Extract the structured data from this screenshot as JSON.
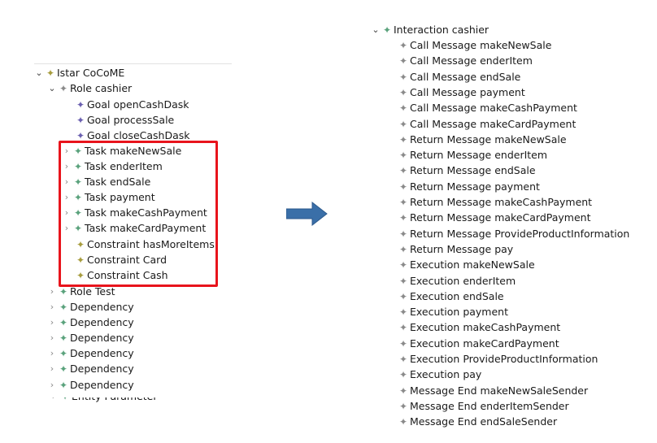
{
  "colors": {
    "highlight": "#e8141c",
    "arrow": "#3a6fa8",
    "goal_icon": "#6a5fb0",
    "task_icon": "#5aa27c",
    "constraint_icon": "#a79c3d"
  },
  "left_tree": {
    "root": {
      "label": "Istar CoCoME",
      "icon": "olive-diamond-icon"
    },
    "role_cashier": {
      "label": "Role cashier"
    },
    "goals": [
      "Goal openCashDask",
      "Goal processSale",
      "Goal closeCashDask"
    ],
    "tasks": [
      "Task makeNewSale",
      "Task enderItem",
      "Task endSale",
      "Task payment",
      "Task makeCashPayment",
      "Task makeCardPayment"
    ],
    "constraints": [
      "Constraint hasMoreItems",
      "Constraint Card",
      "Constraint Cash"
    ],
    "role_test": {
      "label": "Role Test"
    },
    "dependencies": [
      "Dependency",
      "Dependency",
      "Dependency",
      "Dependency",
      "Dependency",
      "Dependency"
    ],
    "clipped_item": {
      "label": "Entity Parameter"
    }
  },
  "right_tree": {
    "root": {
      "label": "Interaction cashier"
    },
    "items": [
      "Call Message makeNewSale",
      "Call Message enderItem",
      "Call Message endSale",
      "Call Message payment",
      "Call Message makeCashPayment",
      "Call Message makeCardPayment",
      "Return Message makeNewSale",
      "Return Message enderItem",
      "Return Message endSale",
      "Return Message payment",
      "Return Message makeCashPayment",
      "Return Message makeCardPayment",
      "Return Message ProvideProductInformation",
      "Return Message pay",
      "Execution makeNewSale",
      "Execution enderItem",
      "Execution endSale",
      "Execution payment",
      "Execution makeCashPayment",
      "Execution makeCardPayment",
      "Execution ProvideProductInformation",
      "Execution pay",
      "Message End makeNewSaleSender",
      "Message End enderItemSender",
      "Message End endSaleSender"
    ]
  }
}
